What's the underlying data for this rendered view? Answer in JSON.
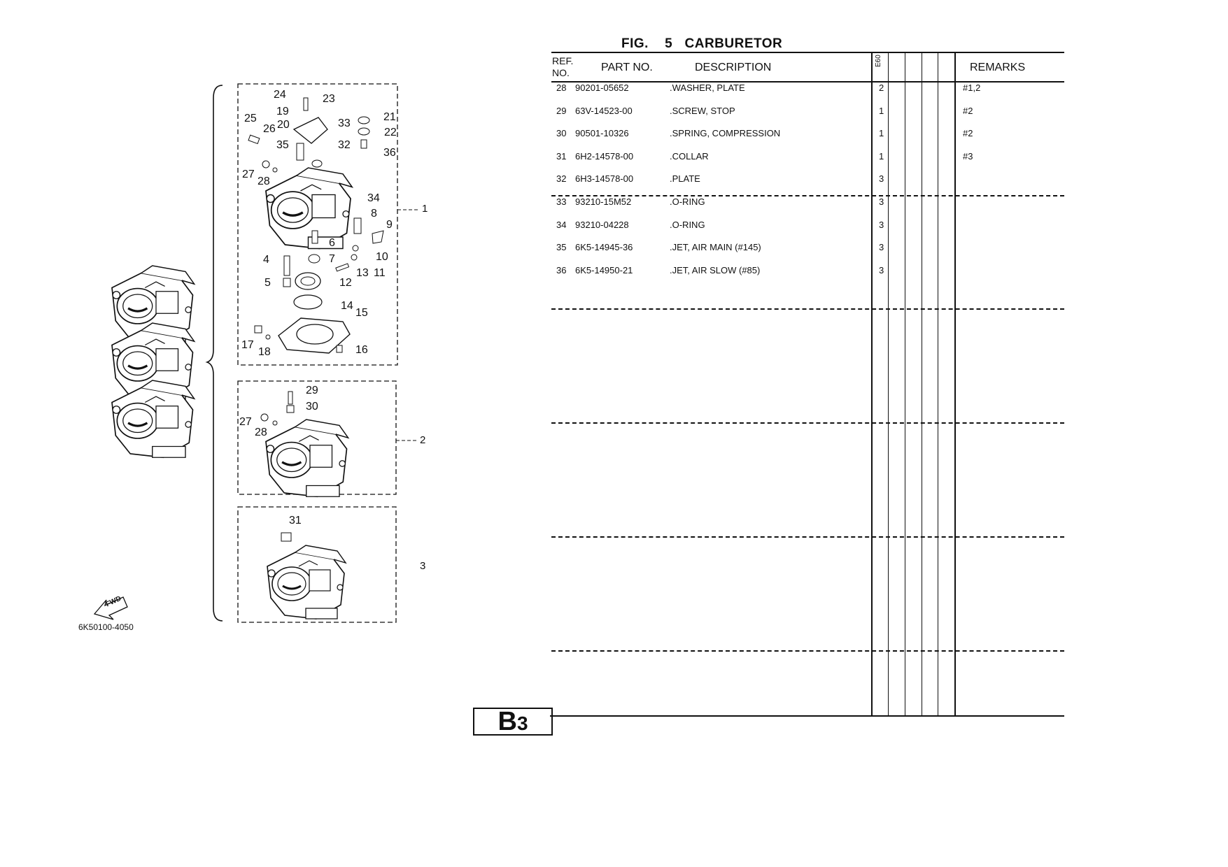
{
  "figure": {
    "label": "FIG.",
    "number": "5",
    "name": "CARBURETOR"
  },
  "diagram": {
    "code": "6K50100-4050",
    "fwd_label": "FWD",
    "group_labels": [
      "1",
      "2",
      "3"
    ],
    "callouts": [
      "24",
      "23",
      "19",
      "21",
      "25",
      "20",
      "33",
      "26",
      "22",
      "35",
      "32",
      "36",
      "27",
      "28",
      "34",
      "8",
      "9",
      "6",
      "4",
      "7",
      "10",
      "13",
      "11",
      "5",
      "12",
      "14",
      "15",
      "17",
      "16",
      "18",
      "29",
      "30",
      "27",
      "28",
      "31"
    ]
  },
  "table": {
    "headers": {
      "ref_line1": "REF.",
      "ref_line2": "NO.",
      "part_no": "PART NO.",
      "description": "DESCRIPTION",
      "model": "E60",
      "remarks": "REMARKS"
    },
    "rows": [
      {
        "ref": "28",
        "part": "90201-05652",
        "desc": ".WASHER, PLATE",
        "qty": "2",
        "remarks": "#1,2"
      },
      {
        "ref": "29",
        "part": "63V-14523-00",
        "desc": ".SCREW, STOP",
        "qty": "1",
        "remarks": "#2"
      },
      {
        "ref": "30",
        "part": "90501-10326",
        "desc": ".SPRING, COMPRESSION",
        "qty": "1",
        "remarks": "#2"
      },
      {
        "ref": "31",
        "part": "6H2-14578-00",
        "desc": ".COLLAR",
        "qty": "1",
        "remarks": "#3"
      },
      {
        "ref": "32",
        "part": "6H3-14578-00",
        "desc": ".PLATE",
        "qty": "3",
        "remarks": ""
      },
      {
        "ref": "33",
        "part": "93210-15M52",
        "desc": ".O-RING",
        "qty": "3",
        "remarks": ""
      },
      {
        "ref": "34",
        "part": "93210-04228",
        "desc": ".O-RING",
        "qty": "3",
        "remarks": ""
      },
      {
        "ref": "35",
        "part": "6K5-14945-36",
        "desc": ".JET, AIR MAIN (#145)",
        "qty": "3",
        "remarks": ""
      },
      {
        "ref": "36",
        "part": "6K5-14950-21",
        "desc": ".JET, AIR SLOW (#85)",
        "qty": "3",
        "remarks": ""
      }
    ]
  },
  "page_code": {
    "letter": "B",
    "number": "3"
  }
}
